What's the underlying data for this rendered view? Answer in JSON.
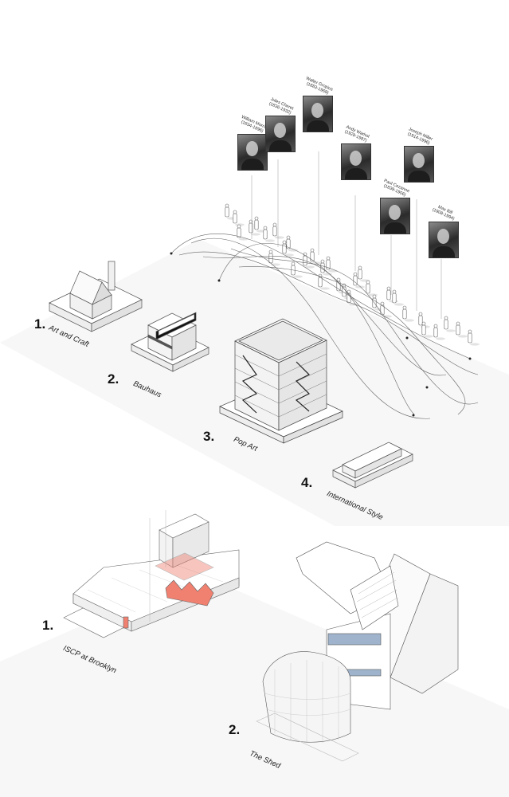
{
  "influences": [
    {
      "name": "William Morris",
      "years": "(1834-1896)"
    },
    {
      "name": "Jules Cheret",
      "years": "(1836-1932)"
    },
    {
      "name": "Walter Gropius",
      "years": "(1883-1969)"
    },
    {
      "name": "Andy Warhol",
      "years": "(1928-1987)"
    },
    {
      "name": "Paul Cezanne",
      "years": "(1839-1906)"
    },
    {
      "name": "Joseph Miller",
      "years": "(1914-1996)"
    },
    {
      "name": "Max Bill",
      "years": "(1908-1994)"
    }
  ],
  "movements": [
    {
      "number": "1.",
      "label": "Art and Craft"
    },
    {
      "number": "2.",
      "label": "Bauhaus"
    },
    {
      "number": "3.",
      "label": "Pop Art"
    },
    {
      "number": "4.",
      "label": "International  Style"
    }
  ],
  "cases": [
    {
      "number": "1.",
      "label": "ISCP at Brooklyn"
    },
    {
      "number": "2.",
      "label": "The Shed"
    }
  ],
  "colors": {
    "accent": "#f08070",
    "glass": "#9fb4cc",
    "line": "#555555",
    "ground": "#f6f6f6"
  }
}
